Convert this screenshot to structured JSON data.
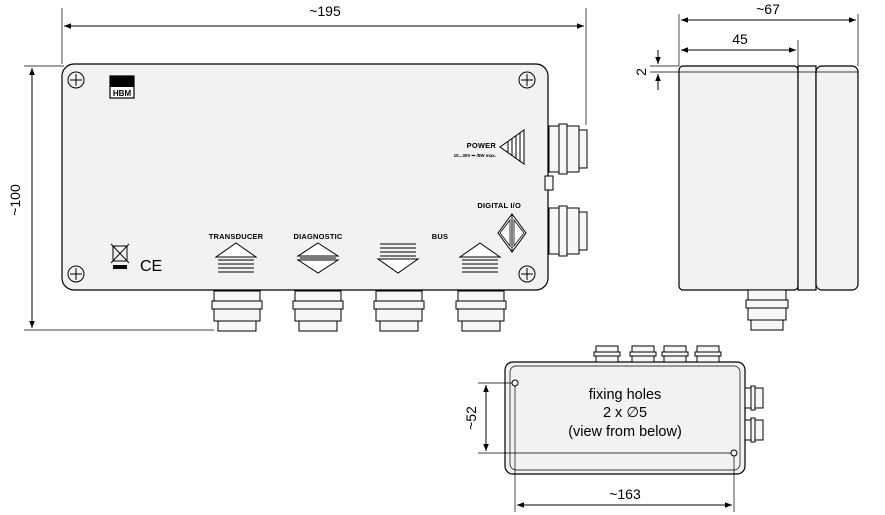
{
  "dimensions": {
    "overall_width": "~195",
    "overall_height": "~100",
    "side_depth": "~67",
    "side_inner": "45",
    "side_lid": "2",
    "bottom_width": "~163",
    "bottom_height": "~52"
  },
  "labels": {
    "logo": "HBM",
    "power": "POWER",
    "power_rating": "10...30V ⎓ /5W max.",
    "digital_io": "DIGITAL I/O",
    "transducer": "TRANSDUCER",
    "diagnostic": "DIAGNOSTIC",
    "bus": "BUS",
    "ce_mark": "CE"
  },
  "bottom_note": {
    "line1": "fixing holes",
    "line2": "2 x ∅5",
    "line3": "(view from below)"
  }
}
